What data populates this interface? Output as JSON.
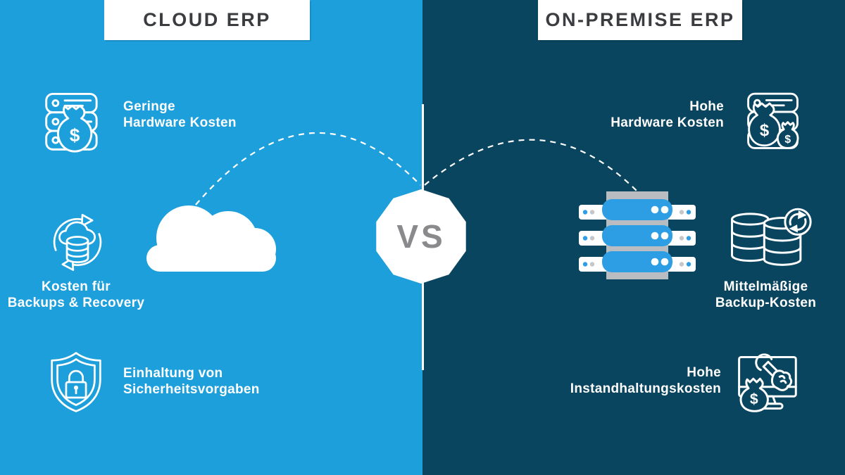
{
  "colors": {
    "left_bg": "#1C9FDB",
    "right_bg": "#0A4560",
    "panel": "#FFFFFF",
    "header_text": "#3B3C40",
    "vs_text": "#8A8A8D",
    "item_text": "#FFFFFF",
    "server_blue": "#2E9EE4",
    "rack_gray": "#B9BDC1"
  },
  "glyphs": {
    "dollar": "$"
  },
  "center": {
    "vs_label": "VS"
  },
  "left_panel": {
    "title": "CLOUD ERP",
    "illustration": "cloud",
    "items": [
      {
        "icon": "server-money-bag-icon",
        "line1": "Geringe",
        "line2": "Hardware Kosten"
      },
      {
        "icon": "cloud-database-backup-icon",
        "line1": "Kosten für",
        "line2": "Backups & Recovery"
      },
      {
        "icon": "shield-lock-icon",
        "line1": "Einhaltung von",
        "line2": "Sicherheitsvorgaben"
      }
    ]
  },
  "right_panel": {
    "title": "ON-PREMISE ERP",
    "illustration": "server-rack",
    "items": [
      {
        "icon": "server-money-bags-icon",
        "line1": "Hohe",
        "line2": "Hardware Kosten"
      },
      {
        "icon": "database-refresh-icon",
        "line1": "Mittelmäßige",
        "line2": "Backup-Kosten"
      },
      {
        "icon": "monitor-wrench-money-bag-icon",
        "line1": "Hohe",
        "line2": "Instandhaltungskosten"
      }
    ]
  }
}
